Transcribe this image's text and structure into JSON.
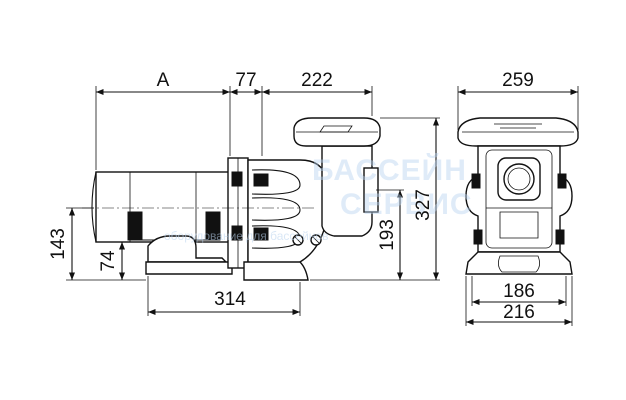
{
  "dimensions": {
    "a": "A",
    "d77": "77",
    "d222": "222",
    "d259": "259",
    "d143": "143",
    "d74": "74",
    "d193": "193",
    "d327": "327",
    "d314": "314",
    "d186": "186",
    "d216": "216"
  },
  "watermark": {
    "line1": "БАССЕЙН",
    "line2": "СЕРВИС",
    "line3": "оборудование для бассейнов"
  }
}
